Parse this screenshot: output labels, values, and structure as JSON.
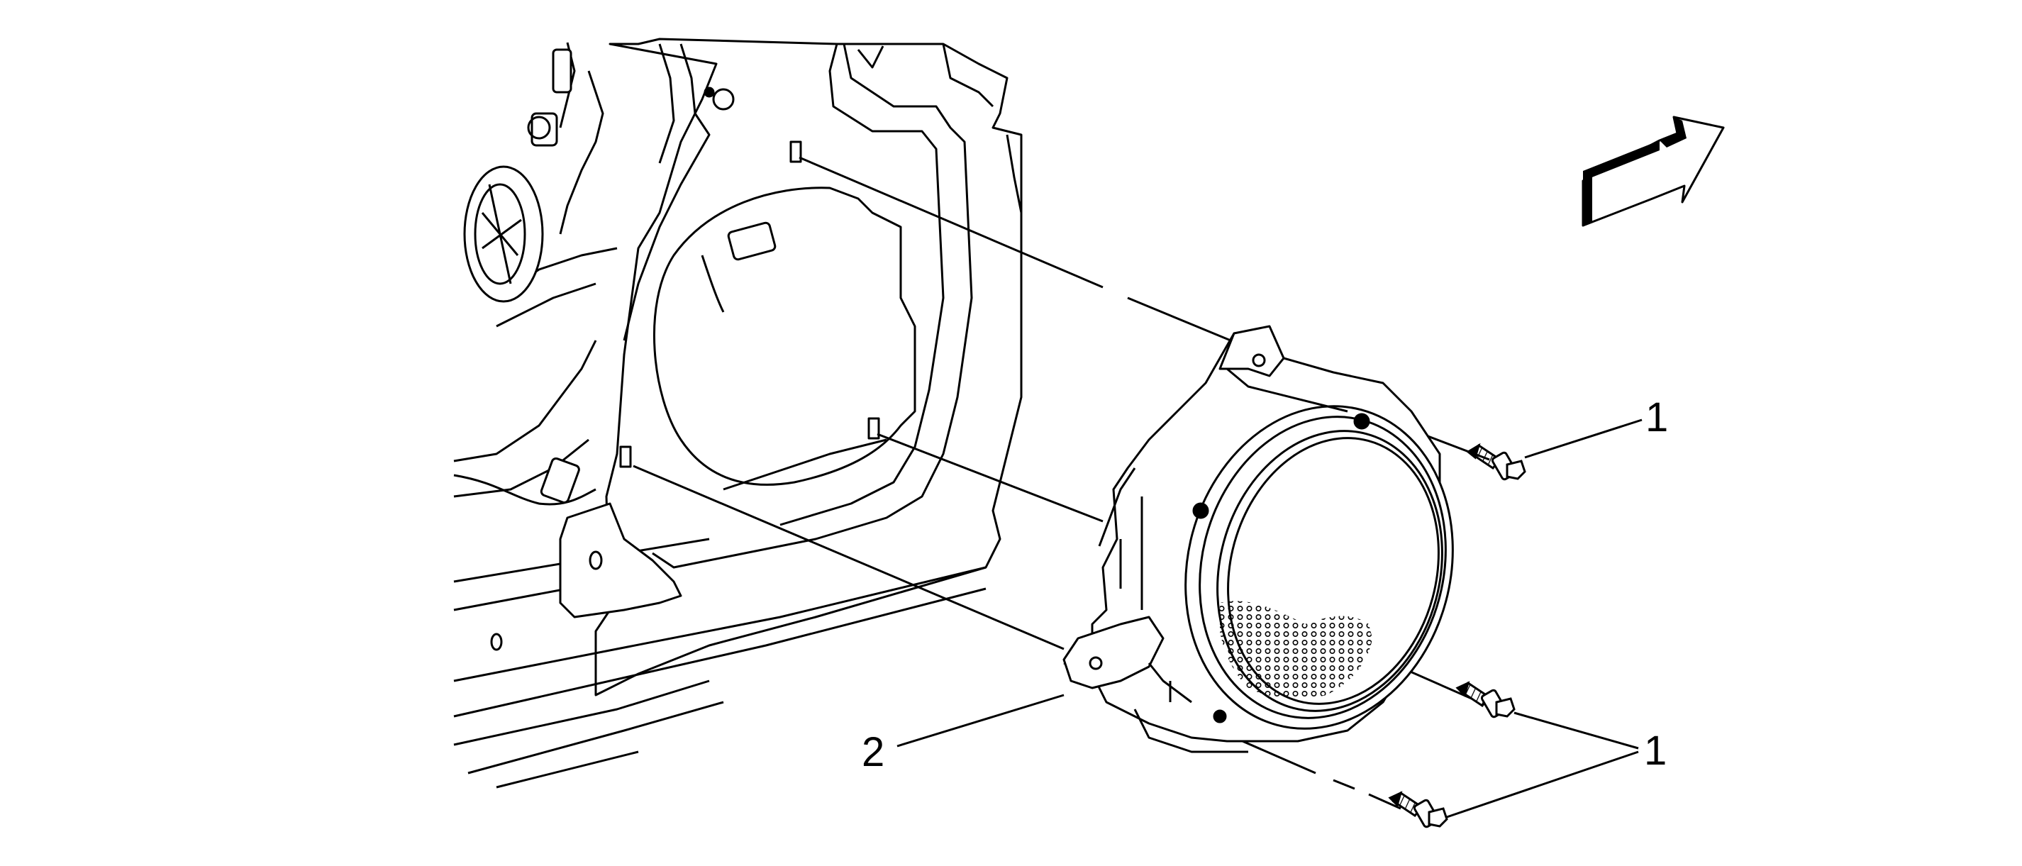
{
  "diagram": {
    "callouts": {
      "fastener_top": "1",
      "fastener_bottom_group": "1",
      "speaker": "2"
    },
    "colors": {
      "line": "#000000",
      "background": "#ffffff"
    },
    "icons": {
      "direction_arrow": "forward-arrow-icon",
      "fastener": "screw-icon"
    }
  }
}
